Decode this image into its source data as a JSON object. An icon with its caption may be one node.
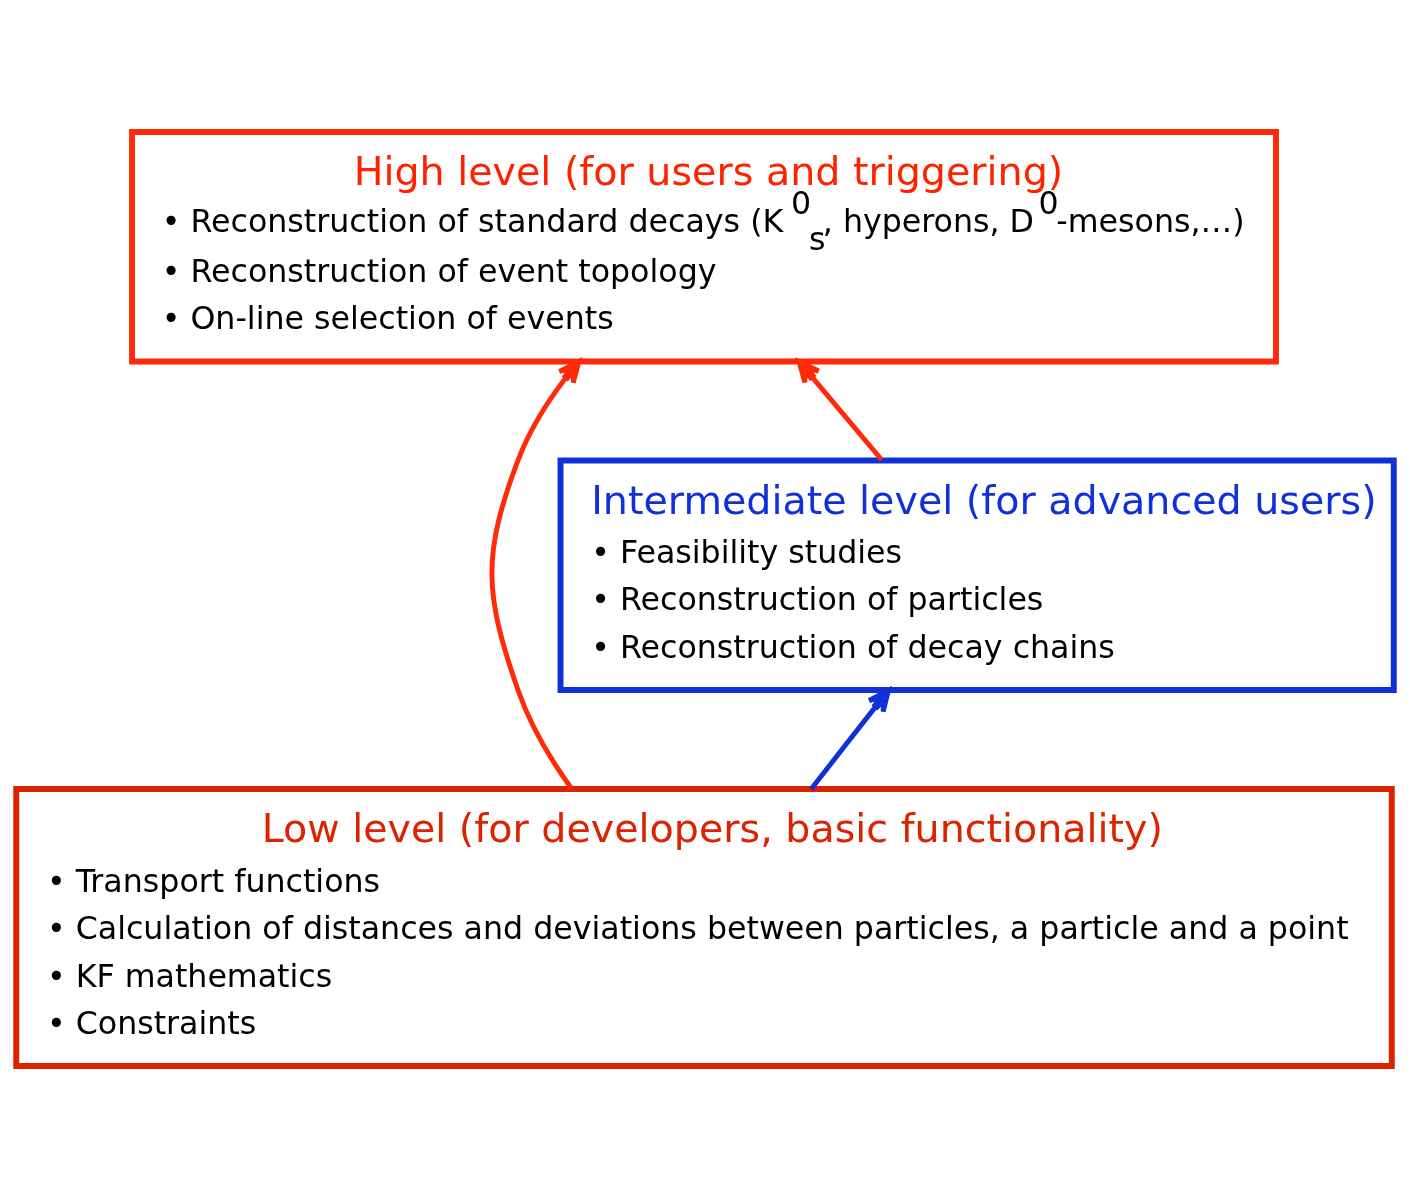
{
  "diagram": {
    "nodes": [
      {
        "text": [
          "High level (for users and triggering)",
          "• Reconstruction of standard decays (K$^{0}$$_{s}$, hyperons, D$^{0}$-mesons,…)",
          "• Reconstruction of event topology",
          "• On-line selection of events"
        ]
      },
      {
        "text": [
          "Intermediate level (for advanced users)",
          "• Feasibility studies",
          "• Reconstruction of particles",
          "• Reconstruction of decay chains"
        ]
      },
      {
        "text": [
          "Low level (for developers, basic functionality)",
          "• Transport functions",
          "• Calculation of distances and deviations between particles, a particle and a point",
          "• KF mathematics",
          "• Constraints"
        ]
      }
    ],
    "edges": [
      {
        "from": 1,
        "to": 0,
        "arrow": "to"
      },
      {
        "from": 2,
        "to": 1,
        "arrow": "to",
        "color": "#1030d8"
      },
      {
        "from": 2,
        "to": 0,
        "arrow": "to"
      }
    ]
  }
}
